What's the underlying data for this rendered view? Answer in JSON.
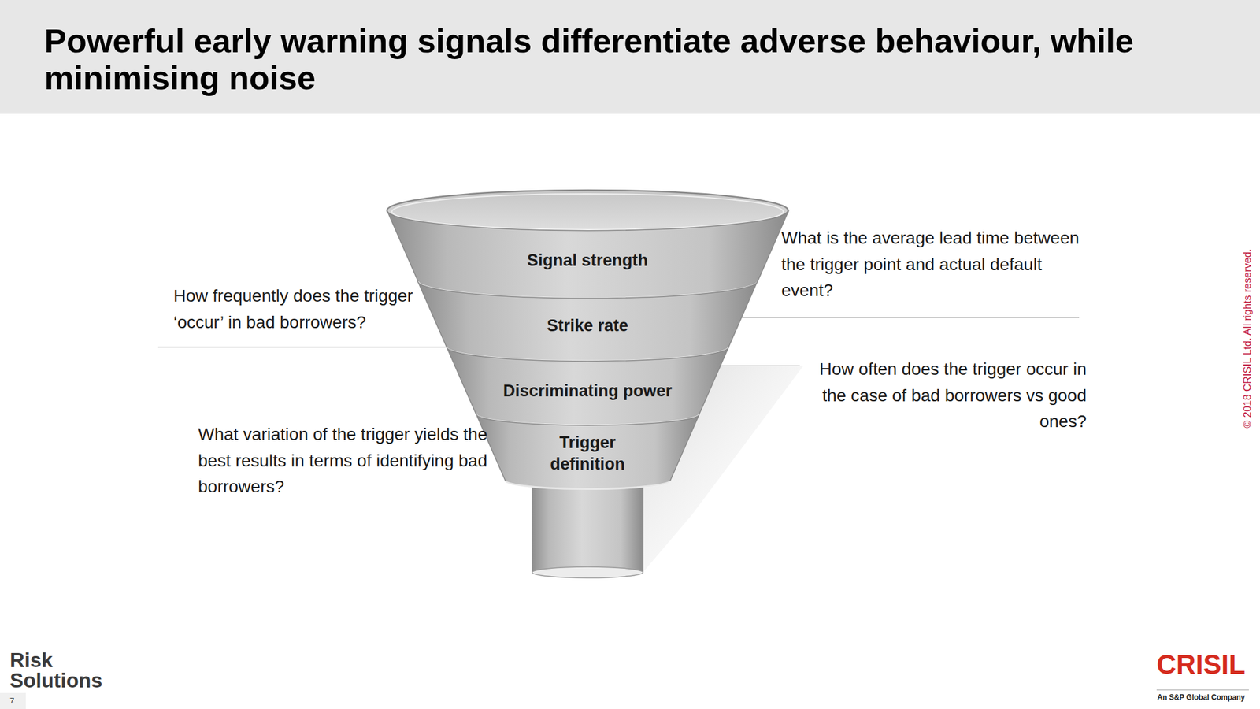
{
  "diagram": {
    "title": "Powerful early warning signals differentiate adverse behaviour, while minimising noise",
    "nodes": [
      {
        "text": [
          "Signal strength"
        ]
      },
      {
        "text": [
          "Strike rate"
        ]
      },
      {
        "text": [
          "Discriminating power"
        ]
      },
      {
        "text": [
          "Trigger definition"
        ]
      }
    ],
    "labels": [
      "What is the average lead time between the trigger point and actual default event?",
      "How frequently does the trigger ‘occur’ in bad borrowers?",
      "How often does the trigger occur in the case of bad borrowers vs good ones?",
      "What variation of the trigger yields the best results in terms of identifying bad borrowers?",
      "© 2018 CRISIL Ltd. All rights reserved.",
      "Risk Solutions",
      "7",
      "CRISIL",
      "An S&P Global Company"
    ]
  }
}
